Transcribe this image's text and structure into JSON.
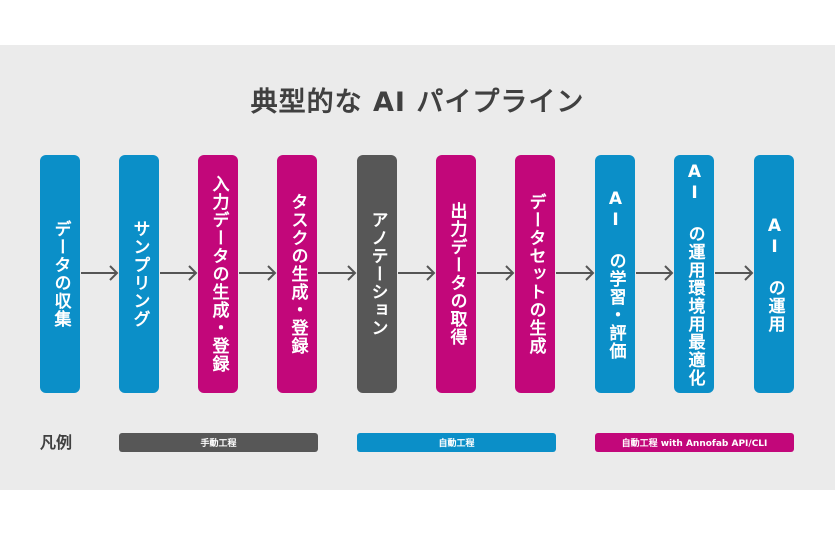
{
  "title": "典型的な AI パイプライン",
  "steps": [
    {
      "label": "データの収集",
      "type": "auto"
    },
    {
      "label": "サンプリング",
      "type": "auto"
    },
    {
      "label": "入力データの生成・登録",
      "type": "api"
    },
    {
      "label": "タスクの生成・登録",
      "type": "api"
    },
    {
      "label": "アノテーション",
      "type": "manual"
    },
    {
      "label": "出力データの取得",
      "type": "api"
    },
    {
      "label": "データセットの生成",
      "type": "api"
    },
    {
      "label": "AI の学習・評価",
      "type": "auto"
    },
    {
      "label": "AI の運用環境用最適化",
      "type": "auto"
    },
    {
      "label": "AI の運用",
      "type": "auto"
    }
  ],
  "legend": {
    "title": "凡例",
    "manual": "手動工程",
    "auto": "自動工程",
    "api": "自動工程 with Annofab API/CLI"
  },
  "colors": {
    "manual": "#575757",
    "auto": "#0b8fc8",
    "api": "#c2077a",
    "arrow": "#555555"
  }
}
